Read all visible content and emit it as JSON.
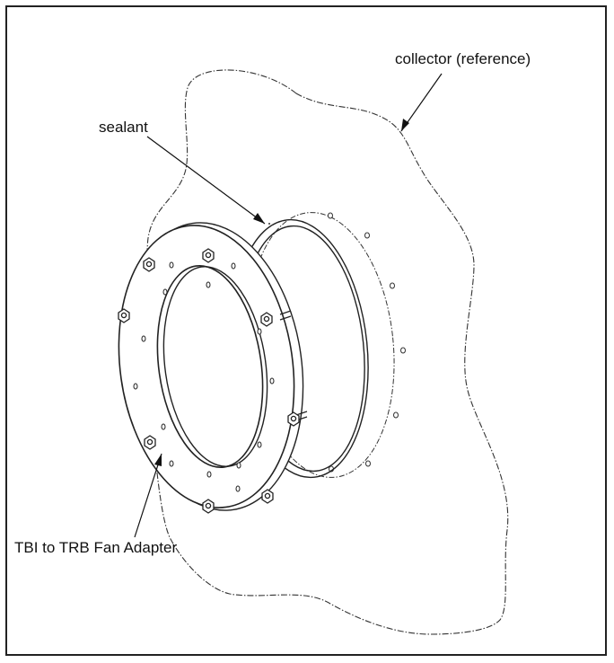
{
  "labels": {
    "collector": "collector (reference)",
    "sealant": "sealant",
    "adapter": "TBI to TRB Fan Adapter"
  }
}
